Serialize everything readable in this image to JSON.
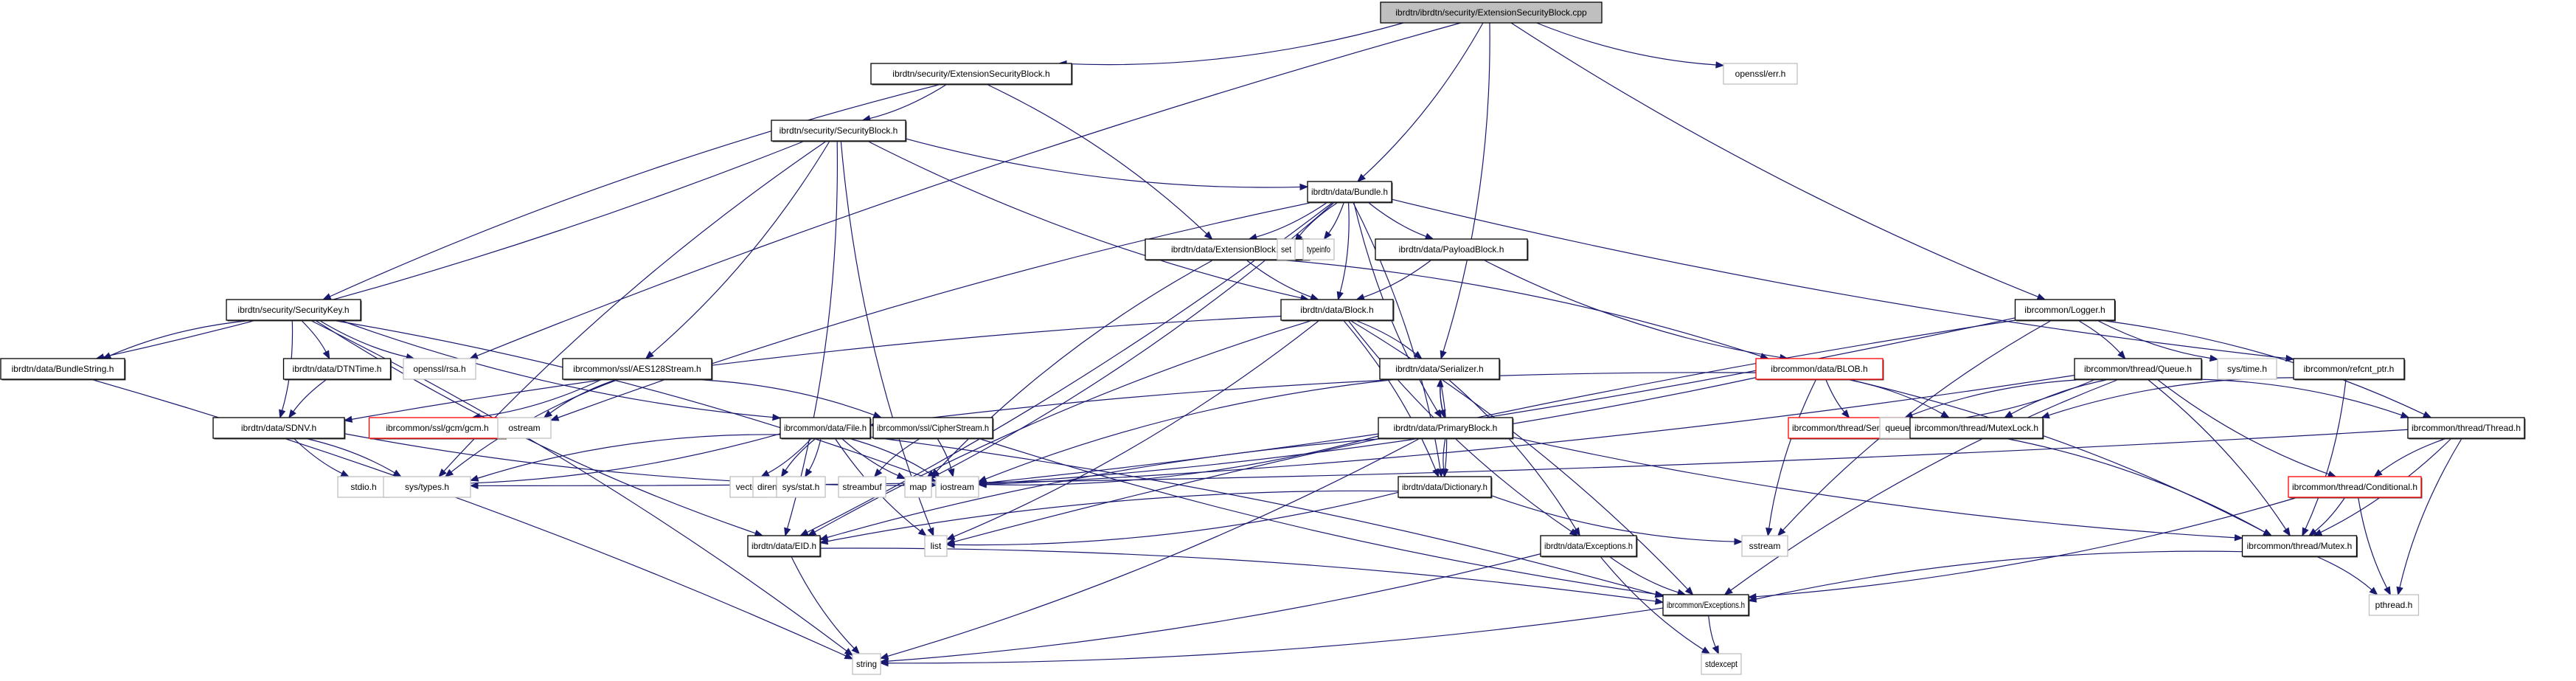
{
  "diagram": {
    "title": "ibrdtn/ibrdtn/security/ExtensionSecurityBlock.cpp",
    "kind": "include dependency graph",
    "styles": {
      "root": {
        "fill": "#bfbfbf",
        "stroke": "#000000"
      },
      "documented": {
        "fill": "#ffffff",
        "stroke": "#000000"
      },
      "incomplete": {
        "fill": "#ffffff",
        "stroke": "#ff0000"
      },
      "external": {
        "fill": "#ffffff",
        "stroke": "#bfbfbf"
      },
      "edge_color": "#191970"
    },
    "nodes": [
      {
        "id": "root",
        "label": "ibrdtn/ibrdtn/security/ExtensionSecurityBlock.cpp",
        "style": "root"
      },
      {
        "id": "esb_h",
        "label": "ibrdtn/security/ExtensionSecurityBlock.h",
        "style": "documented"
      },
      {
        "id": "err_h",
        "label": "openssl/err.h",
        "style": "external"
      },
      {
        "id": "secblock_h",
        "label": "ibrdtn/security/SecurityBlock.h",
        "style": "documented"
      },
      {
        "id": "bundle_h",
        "label": "ibrdtn/data/Bundle.h",
        "style": "documented"
      },
      {
        "id": "seckey_h",
        "label": "ibrdtn/security/SecurityKey.h",
        "style": "documented"
      },
      {
        "id": "extblock_h",
        "label": "ibrdtn/data/ExtensionBlock.h",
        "style": "documented"
      },
      {
        "id": "set",
        "label": "set",
        "style": "external"
      },
      {
        "id": "typeinfo",
        "label": "typeinfo",
        "style": "external"
      },
      {
        "id": "payload_h",
        "label": "ibrdtn/data/PayloadBlock.h",
        "style": "documented"
      },
      {
        "id": "logger_h",
        "label": "ibrcommon/Logger.h",
        "style": "documented"
      },
      {
        "id": "bundlestring_h",
        "label": "ibrdtn/data/BundleString.h",
        "style": "documented"
      },
      {
        "id": "dtntime_h",
        "label": "ibrdtn/data/DTNTime.h",
        "style": "documented"
      },
      {
        "id": "rsa_h",
        "label": "openssl/rsa.h",
        "style": "external"
      },
      {
        "id": "aes_h",
        "label": "ibrcommon/ssl/AES128Stream.h",
        "style": "documented"
      },
      {
        "id": "block_h",
        "label": "ibrdtn/data/Block.h",
        "style": "documented"
      },
      {
        "id": "serializer_h",
        "label": "ibrdtn/data/Serializer.h",
        "style": "documented"
      },
      {
        "id": "blob_h",
        "label": "ibrcommon/data/BLOB.h",
        "style": "incomplete"
      },
      {
        "id": "queue_h",
        "label": "ibrcommon/thread/Queue.h",
        "style": "documented"
      },
      {
        "id": "systime_h",
        "label": "sys/time.h",
        "style": "external"
      },
      {
        "id": "refcnt_h",
        "label": "ibrcommon/refcnt_ptr.h",
        "style": "documented"
      },
      {
        "id": "sdnv_h",
        "label": "ibrdtn/data/SDNV.h",
        "style": "documented"
      },
      {
        "id": "gcm_h",
        "label": "ibrcommon/ssl/gcm/gcm.h",
        "style": "incomplete"
      },
      {
        "id": "ostream",
        "label": "ostream",
        "style": "external"
      },
      {
        "id": "file_h",
        "label": "ibrcommon/data/File.h",
        "style": "documented"
      },
      {
        "id": "cipher_h",
        "label": "ibrcommon/ssl/CipherStream.h",
        "style": "documented"
      },
      {
        "id": "primary_h",
        "label": "ibrdtn/data/PrimaryBlock.h",
        "style": "documented"
      },
      {
        "id": "semaphore_h",
        "label": "ibrcommon/thread/Semaphore.h",
        "style": "incomplete"
      },
      {
        "id": "queue",
        "label": "queue",
        "style": "external"
      },
      {
        "id": "mutexlock_h",
        "label": "ibrcommon/thread/MutexLock.h",
        "style": "documented"
      },
      {
        "id": "thread_h",
        "label": "ibrcommon/thread/Thread.h",
        "style": "documented"
      },
      {
        "id": "stdio_h",
        "label": "stdio.h",
        "style": "external"
      },
      {
        "id": "systypes_h",
        "label": "sys/types.h",
        "style": "external"
      },
      {
        "id": "vector",
        "label": "vector",
        "style": "external"
      },
      {
        "id": "dirent_h",
        "label": "dirent.h",
        "style": "external"
      },
      {
        "id": "sysstat_h",
        "label": "sys/stat.h",
        "style": "external"
      },
      {
        "id": "streambuf",
        "label": "streambuf",
        "style": "external"
      },
      {
        "id": "map",
        "label": "map",
        "style": "external"
      },
      {
        "id": "iostream",
        "label": "iostream",
        "style": "external"
      },
      {
        "id": "dictionary_h",
        "label": "ibrdtn/data/Dictionary.h",
        "style": "documented"
      },
      {
        "id": "conditional_h",
        "label": "ibrcommon/thread/Conditional.h",
        "style": "incomplete"
      },
      {
        "id": "eid_h",
        "label": "ibrdtn/data/EID.h",
        "style": "documented"
      },
      {
        "id": "list",
        "label": "list",
        "style": "external"
      },
      {
        "id": "dtnexc_h",
        "label": "ibrdtn/data/Exceptions.h",
        "style": "documented"
      },
      {
        "id": "sstream",
        "label": "sstream",
        "style": "external"
      },
      {
        "id": "mutex_h",
        "label": "ibrcommon/thread/Mutex.h",
        "style": "documented"
      },
      {
        "id": "commonexc_h",
        "label": "ibrcommon/Exceptions.h",
        "style": "documented"
      },
      {
        "id": "pthread_h",
        "label": "pthread.h",
        "style": "external"
      },
      {
        "id": "string",
        "label": "string",
        "style": "external"
      },
      {
        "id": "stdexcept",
        "label": "stdexcept",
        "style": "external"
      }
    ],
    "edges": [
      [
        "root",
        "esb_h"
      ],
      [
        "root",
        "err_h"
      ],
      [
        "root",
        "bundle_h"
      ],
      [
        "root",
        "logger_h"
      ],
      [
        "root",
        "serializer_h"
      ],
      [
        "root",
        "rsa_h"
      ],
      [
        "esb_h",
        "secblock_h"
      ],
      [
        "esb_h",
        "seckey_h"
      ],
      [
        "esb_h",
        "extblock_h"
      ],
      [
        "secblock_h",
        "bundle_h"
      ],
      [
        "secblock_h",
        "bundlestring_h"
      ],
      [
        "secblock_h",
        "block_h"
      ],
      [
        "secblock_h",
        "aes_h"
      ],
      [
        "secblock_h",
        "list"
      ],
      [
        "secblock_h",
        "eid_h"
      ],
      [
        "secblock_h",
        "systypes_h"
      ],
      [
        "bundle_h",
        "extblock_h"
      ],
      [
        "bundle_h",
        "set"
      ],
      [
        "bundle_h",
        "typeinfo"
      ],
      [
        "bundle_h",
        "payload_h"
      ],
      [
        "bundle_h",
        "block_h"
      ],
      [
        "bundle_h",
        "primary_h"
      ],
      [
        "bundle_h",
        "dictionary_h"
      ],
      [
        "bundle_h",
        "refcnt_h"
      ],
      [
        "bundle_h",
        "map"
      ],
      [
        "bundle_h",
        "ostream"
      ],
      [
        "bundle_h",
        "eid_h"
      ],
      [
        "seckey_h",
        "bundlestring_h"
      ],
      [
        "seckey_h",
        "dtntime_h"
      ],
      [
        "seckey_h",
        "rsa_h"
      ],
      [
        "seckey_h",
        "sdnv_h"
      ],
      [
        "seckey_h",
        "eid_h"
      ],
      [
        "seckey_h",
        "string"
      ],
      [
        "seckey_h",
        "file_h"
      ],
      [
        "seckey_h",
        "iostream"
      ],
      [
        "extblock_h",
        "block_h"
      ],
      [
        "extblock_h",
        "blob_h"
      ],
      [
        "extblock_h",
        "map"
      ],
      [
        "payload_h",
        "block_h"
      ],
      [
        "payload_h",
        "blob_h"
      ],
      [
        "logger_h",
        "queue_h"
      ],
      [
        "logger_h",
        "systime_h"
      ],
      [
        "logger_h",
        "thread_h"
      ],
      [
        "logger_h",
        "sstream"
      ],
      [
        "logger_h",
        "iostream"
      ],
      [
        "logger_h",
        "list"
      ],
      [
        "bundlestring_h",
        "string"
      ],
      [
        "dtntime_h",
        "sdnv_h"
      ],
      [
        "aes_h",
        "gcm_h"
      ],
      [
        "aes_h",
        "ostream"
      ],
      [
        "aes_h",
        "cipher_h"
      ],
      [
        "aes_h",
        "systypes_h"
      ],
      [
        "block_h",
        "serializer_h"
      ],
      [
        "block_h",
        "eid_h"
      ],
      [
        "block_h",
        "list"
      ],
      [
        "block_h",
        "sdnv_h"
      ],
      [
        "block_h",
        "dictionary_h"
      ],
      [
        "block_h",
        "dtnexc_h"
      ],
      [
        "block_h",
        "commonexc_h"
      ],
      [
        "serializer_h",
        "primary_h"
      ],
      [
        "serializer_h",
        "dictionary_h"
      ],
      [
        "serializer_h",
        "iostream"
      ],
      [
        "serializer_h",
        "dtnexc_h"
      ],
      [
        "blob_h",
        "semaphore_h"
      ],
      [
        "blob_h",
        "mutexlock_h"
      ],
      [
        "blob_h",
        "file_h"
      ],
      [
        "blob_h",
        "iostream"
      ],
      [
        "blob_h",
        "sstream"
      ],
      [
        "blob_h",
        "mutex_h"
      ],
      [
        "queue_h",
        "semaphore_h"
      ],
      [
        "queue_h",
        "queue"
      ],
      [
        "queue_h",
        "mutexlock_h"
      ],
      [
        "queue_h",
        "thread_h"
      ],
      [
        "queue_h",
        "conditional_h"
      ],
      [
        "queue_h",
        "mutex_h"
      ],
      [
        "queue_h",
        "commonexc_h"
      ],
      [
        "queue_h",
        "iostream"
      ],
      [
        "refcnt_h",
        "mutexlock_h"
      ],
      [
        "refcnt_h",
        "mutex_h"
      ],
      [
        "sdnv_h",
        "stdio_h"
      ],
      [
        "sdnv_h",
        "systypes_h"
      ],
      [
        "sdnv_h",
        "iostream"
      ],
      [
        "file_h",
        "vector"
      ],
      [
        "file_h",
        "dirent_h"
      ],
      [
        "file_h",
        "sysstat_h"
      ],
      [
        "file_h",
        "map"
      ],
      [
        "file_h",
        "iostream"
      ],
      [
        "file_h",
        "systypes_h"
      ],
      [
        "file_h",
        "stdio_h"
      ],
      [
        "file_h",
        "list"
      ],
      [
        "file_h",
        "commonexc_h"
      ],
      [
        "cipher_h",
        "streambuf"
      ],
      [
        "cipher_h",
        "iostream"
      ],
      [
        "cipher_h",
        "commonexc_h"
      ],
      [
        "primary_h",
        "serializer_h"
      ],
      [
        "primary_h",
        "dictionary_h"
      ],
      [
        "primary_h",
        "iostream"
      ],
      [
        "primary_h",
        "eid_h"
      ],
      [
        "primary_h",
        "string"
      ],
      [
        "primary_h",
        "mutex_h"
      ],
      [
        "mutexlock_h",
        "mutex_h"
      ],
      [
        "thread_h",
        "conditional_h"
      ],
      [
        "thread_h",
        "mutex_h"
      ],
      [
        "thread_h",
        "pthread_h"
      ],
      [
        "thread_h",
        "systypes_h"
      ],
      [
        "dictionary_h",
        "eid_h"
      ],
      [
        "dictionary_h",
        "list"
      ],
      [
        "dictionary_h",
        "sstream"
      ],
      [
        "conditional_h",
        "mutex_h"
      ],
      [
        "conditional_h",
        "pthread_h"
      ],
      [
        "conditional_h",
        "commonexc_h"
      ],
      [
        "eid_h",
        "string"
      ],
      [
        "eid_h",
        "commonexc_h"
      ],
      [
        "dtnexc_h",
        "commonexc_h"
      ],
      [
        "dtnexc_h",
        "string"
      ],
      [
        "dtnexc_h",
        "stdexcept"
      ],
      [
        "mutex_h",
        "pthread_h"
      ],
      [
        "mutex_h",
        "commonexc_h"
      ],
      [
        "commonexc_h",
        "string"
      ],
      [
        "commonexc_h",
        "stdexcept"
      ]
    ]
  }
}
